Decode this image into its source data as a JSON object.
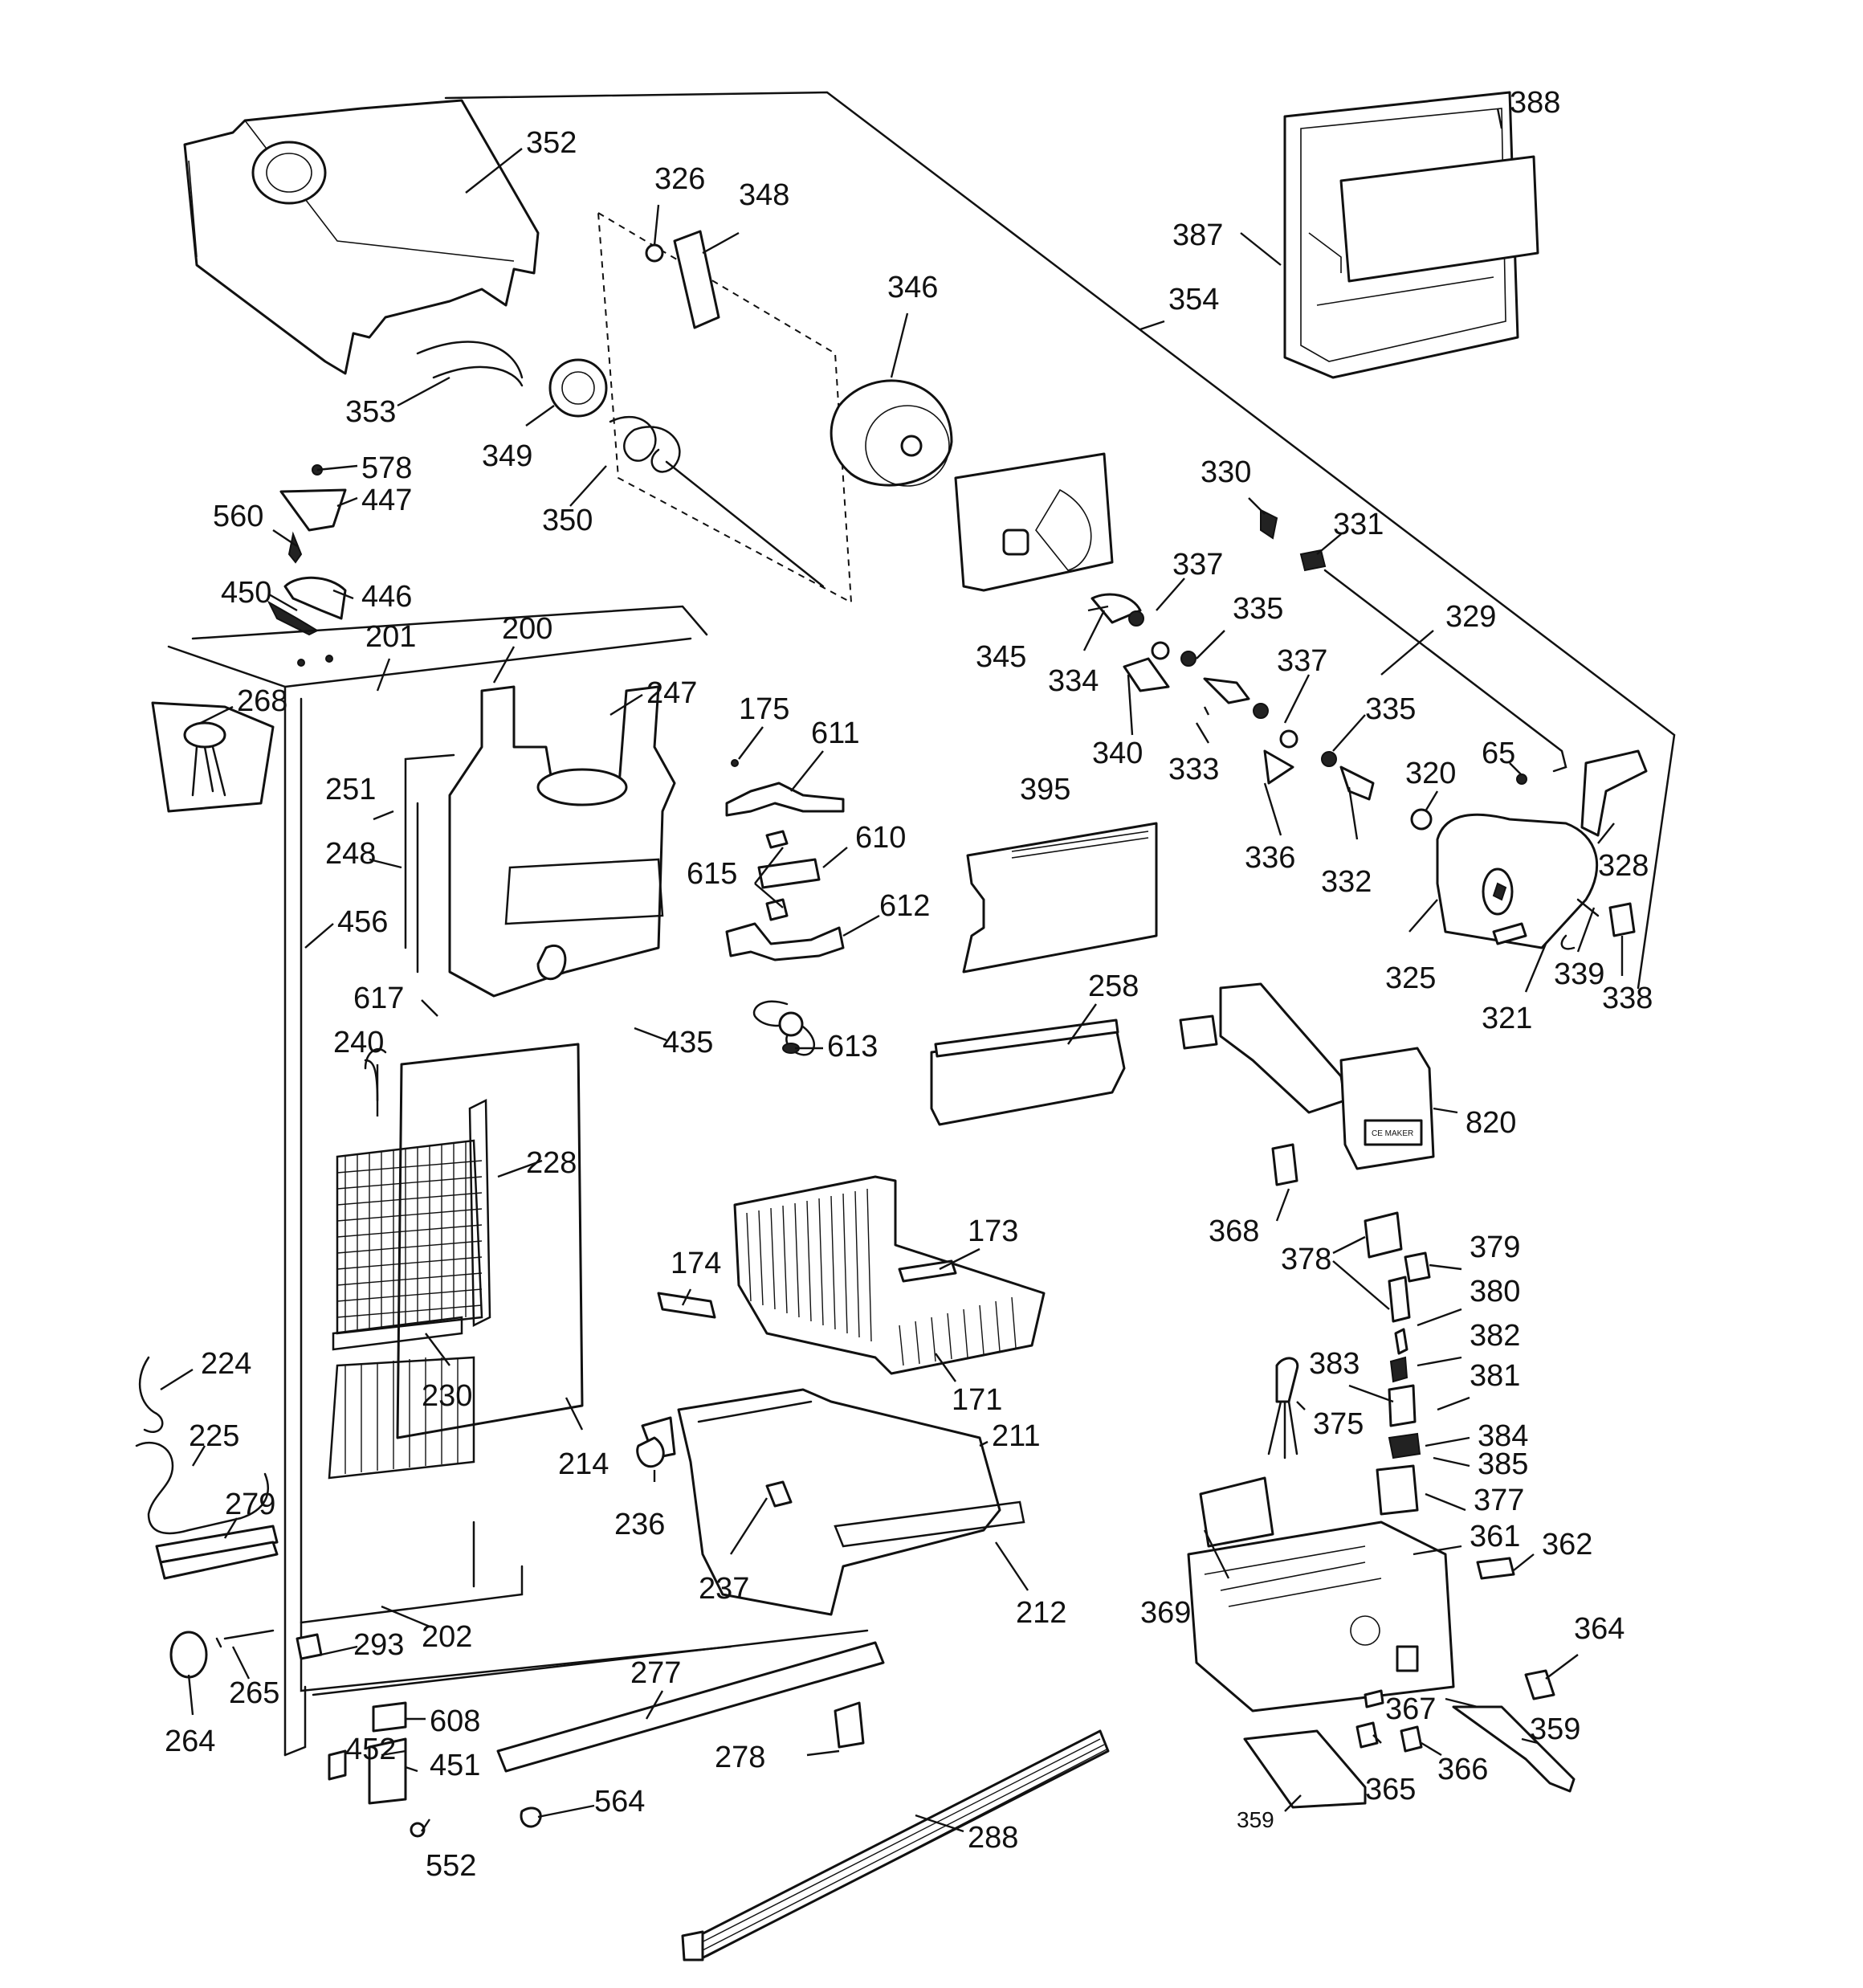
{
  "figure": {
    "callouts": [
      {
        "id": "352",
        "label": "352"
      },
      {
        "id": "326",
        "label": "326"
      },
      {
        "id": "348",
        "label": "348"
      },
      {
        "id": "346",
        "label": "346"
      },
      {
        "id": "388",
        "label": "388"
      },
      {
        "id": "387",
        "label": "387"
      },
      {
        "id": "354",
        "label": "354"
      },
      {
        "id": "353",
        "label": "353"
      },
      {
        "id": "349",
        "label": "349"
      },
      {
        "id": "350",
        "label": "350"
      },
      {
        "id": "578",
        "label": "578"
      },
      {
        "id": "447",
        "label": "447"
      },
      {
        "id": "560",
        "label": "560"
      },
      {
        "id": "450",
        "label": "450"
      },
      {
        "id": "446",
        "label": "446"
      },
      {
        "id": "201",
        "label": "201"
      },
      {
        "id": "200",
        "label": "200"
      },
      {
        "id": "247",
        "label": "247"
      },
      {
        "id": "268",
        "label": "268"
      },
      {
        "id": "251",
        "label": "251"
      },
      {
        "id": "248",
        "label": "248"
      },
      {
        "id": "456",
        "label": "456"
      },
      {
        "id": "617",
        "label": "617"
      },
      {
        "id": "240",
        "label": "240"
      },
      {
        "id": "228",
        "label": "228"
      },
      {
        "id": "230",
        "label": "230"
      },
      {
        "id": "224",
        "label": "224"
      },
      {
        "id": "225",
        "label": "225"
      },
      {
        "id": "279",
        "label": "279"
      },
      {
        "id": "214",
        "label": "214"
      },
      {
        "id": "202",
        "label": "202"
      },
      {
        "id": "293",
        "label": "293"
      },
      {
        "id": "265",
        "label": "265"
      },
      {
        "id": "264",
        "label": "264"
      },
      {
        "id": "608",
        "label": "608"
      },
      {
        "id": "452",
        "label": "452"
      },
      {
        "id": "451",
        "label": "451"
      },
      {
        "id": "552",
        "label": "552"
      },
      {
        "id": "564",
        "label": "564"
      },
      {
        "id": "277",
        "label": "277"
      },
      {
        "id": "278",
        "label": "278"
      },
      {
        "id": "288",
        "label": "288"
      },
      {
        "id": "175",
        "label": "175"
      },
      {
        "id": "611",
        "label": "611"
      },
      {
        "id": "610",
        "label": "610"
      },
      {
        "id": "615",
        "label": "615"
      },
      {
        "id": "612",
        "label": "612"
      },
      {
        "id": "613",
        "label": "613"
      },
      {
        "id": "435",
        "label": "435"
      },
      {
        "id": "173",
        "label": "173"
      },
      {
        "id": "174",
        "label": "174"
      },
      {
        "id": "171",
        "label": "171"
      },
      {
        "id": "211",
        "label": "211"
      },
      {
        "id": "236",
        "label": "236"
      },
      {
        "id": "237",
        "label": "237"
      },
      {
        "id": "212",
        "label": "212"
      },
      {
        "id": "345",
        "label": "345"
      },
      {
        "id": "330",
        "label": "330"
      },
      {
        "id": "331",
        "label": "331"
      },
      {
        "id": "337a",
        "label": "337"
      },
      {
        "id": "334",
        "label": "334"
      },
      {
        "id": "335a",
        "label": "335"
      },
      {
        "id": "329",
        "label": "329"
      },
      {
        "id": "340",
        "label": "340"
      },
      {
        "id": "333",
        "label": "333"
      },
      {
        "id": "337b",
        "label": "337"
      },
      {
        "id": "335b",
        "label": "335"
      },
      {
        "id": "65",
        "label": "65"
      },
      {
        "id": "320",
        "label": "320"
      },
      {
        "id": "336",
        "label": "336"
      },
      {
        "id": "332",
        "label": "332"
      },
      {
        "id": "328",
        "label": "328"
      },
      {
        "id": "395",
        "label": "395"
      },
      {
        "id": "325",
        "label": "325"
      },
      {
        "id": "339",
        "label": "339"
      },
      {
        "id": "321",
        "label": "321"
      },
      {
        "id": "338",
        "label": "338"
      },
      {
        "id": "258",
        "label": "258"
      },
      {
        "id": "820",
        "label": "820"
      },
      {
        "id": "368",
        "label": "368"
      },
      {
        "id": "378",
        "label": "378"
      },
      {
        "id": "379",
        "label": "379"
      },
      {
        "id": "380",
        "label": "380"
      },
      {
        "id": "382",
        "label": "382"
      },
      {
        "id": "383",
        "label": "383"
      },
      {
        "id": "381",
        "label": "381"
      },
      {
        "id": "375",
        "label": "375"
      },
      {
        "id": "384",
        "label": "384"
      },
      {
        "id": "385",
        "label": "385"
      },
      {
        "id": "377",
        "label": "377"
      },
      {
        "id": "361",
        "label": "361"
      },
      {
        "id": "362",
        "label": "362"
      },
      {
        "id": "369",
        "label": "369"
      },
      {
        "id": "364",
        "label": "364"
      },
      {
        "id": "367",
        "label": "367"
      },
      {
        "id": "359a",
        "label": "359"
      },
      {
        "id": "365",
        "label": "365"
      },
      {
        "id": "366",
        "label": "366"
      },
      {
        "id": "359b",
        "label": "359"
      }
    ],
    "icemaker_label": "CE MAKER"
  }
}
